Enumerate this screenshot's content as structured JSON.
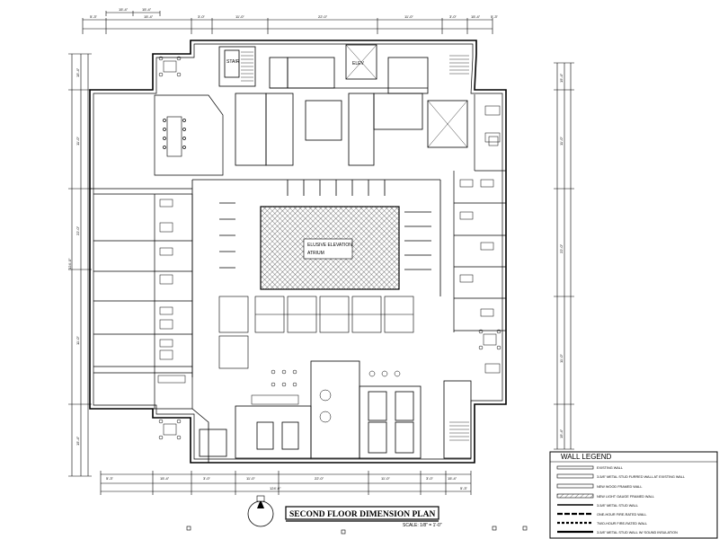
{
  "title": {
    "name": "SECOND FLOOR DIMENSION PLAN",
    "scale": "SCALE: 1/8\" = 1'-0\""
  },
  "atrium_label": {
    "line1": "ELUSIVE ELEVATION",
    "line2": "ATRIUM"
  },
  "room_labels": {
    "stair_1": "STAIR",
    "elevator": "ELEV"
  },
  "legend": {
    "title": "WALL LEGEND",
    "items": [
      "EXISTING WALL",
      "3-5/8\" METAL STUD FURRED WALL AT EXISTING WALL",
      "NEW WOOD FRAMED WALL",
      "NEW LIGHT GAUGE FRAMED WALL",
      "3-5/8\" METAL STUD WALL",
      "ONE-HOUR FIRE-RATED WALL",
      "TWO-HOUR FIRE-RATED WALL",
      "3-5/8\" METAL STUD WALL W/ SOUND INSULATION"
    ]
  },
  "dimensions": {
    "top_outer": [
      "15'-4\"",
      "15'-4\""
    ],
    "top_chain": [
      "5'-3\"",
      "15'-4\"",
      "3'-0\"",
      "11'-0\"",
      "22'-0\"",
      "11'-0\"",
      "3'-0\"",
      "15'-4\"",
      "5'-3\""
    ],
    "bottom_chain": [
      "5'-3\"",
      "15'-4\"",
      "3'-0\"",
      "11'-0\"",
      "22'-0\"",
      "11'-0\"",
      "3'-0\"",
      "15'-4\"",
      "5'-3\""
    ],
    "bottom_overall": "124'-0\"",
    "left_chain": [
      "15'-4\"",
      "11'-0\"",
      "22'-0\"",
      "11'-0\"",
      "15'-4\""
    ],
    "left_overall": "124'-0\"",
    "right_chain": [
      "15'-4\"",
      "11'-0\"",
      "22'-0\"",
      "11'-0\"",
      "15'-4\""
    ]
  }
}
